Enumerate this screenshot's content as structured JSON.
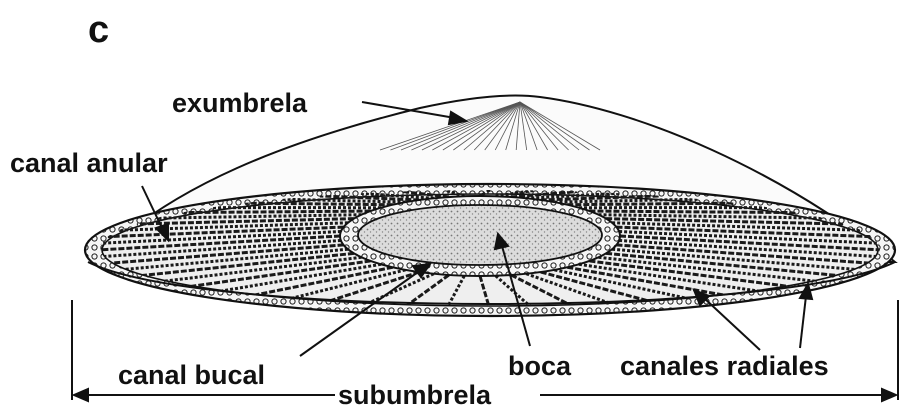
{
  "figure": {
    "panel_letter": "c",
    "labels": {
      "exumbrela": "exumbrela",
      "canal_anular": "canal anular",
      "canal_bucal": "canal bucal",
      "boca": "boca",
      "canales_radiales": "canales radiales",
      "subumbrela": "subumbrela"
    },
    "colors": {
      "ink": "#111111",
      "body_fill": "#f4f4f4",
      "center_fill": "#d8d8d8"
    }
  }
}
